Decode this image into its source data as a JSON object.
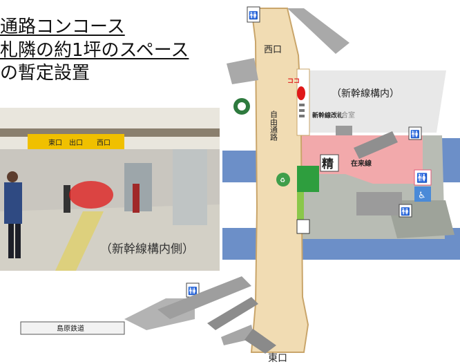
{
  "heading": {
    "line1": "通路コンコース",
    "line2": "札隣の約1坪のスペース",
    "line3": "の暫定設置"
  },
  "photo": {
    "caption": "（新幹線構内側）",
    "signs": [
      "東口",
      "出口",
      "西口"
    ]
  },
  "map": {
    "west_exit": "西口",
    "east_exit": "東口",
    "free_passage": "自由通路",
    "here_marker": "ココ",
    "shinkansen_area": "（新幹線構内）",
    "shinkansen_gate": "新幹線改札",
    "waiting_room": "待合室",
    "seisan": "精",
    "zairaisen": "在来線",
    "shimabara": "島原鉄道"
  },
  "colors": {
    "concourse": "#f1dcb3",
    "concourse_edge": "#c9a56a",
    "zairaisen": "#f2a9ab",
    "shinkansen": "#e8e8e8",
    "track": "#6c8fc8",
    "platform": "#b8bcb4",
    "green": "#2e9e3e",
    "marker": "#e01818"
  }
}
